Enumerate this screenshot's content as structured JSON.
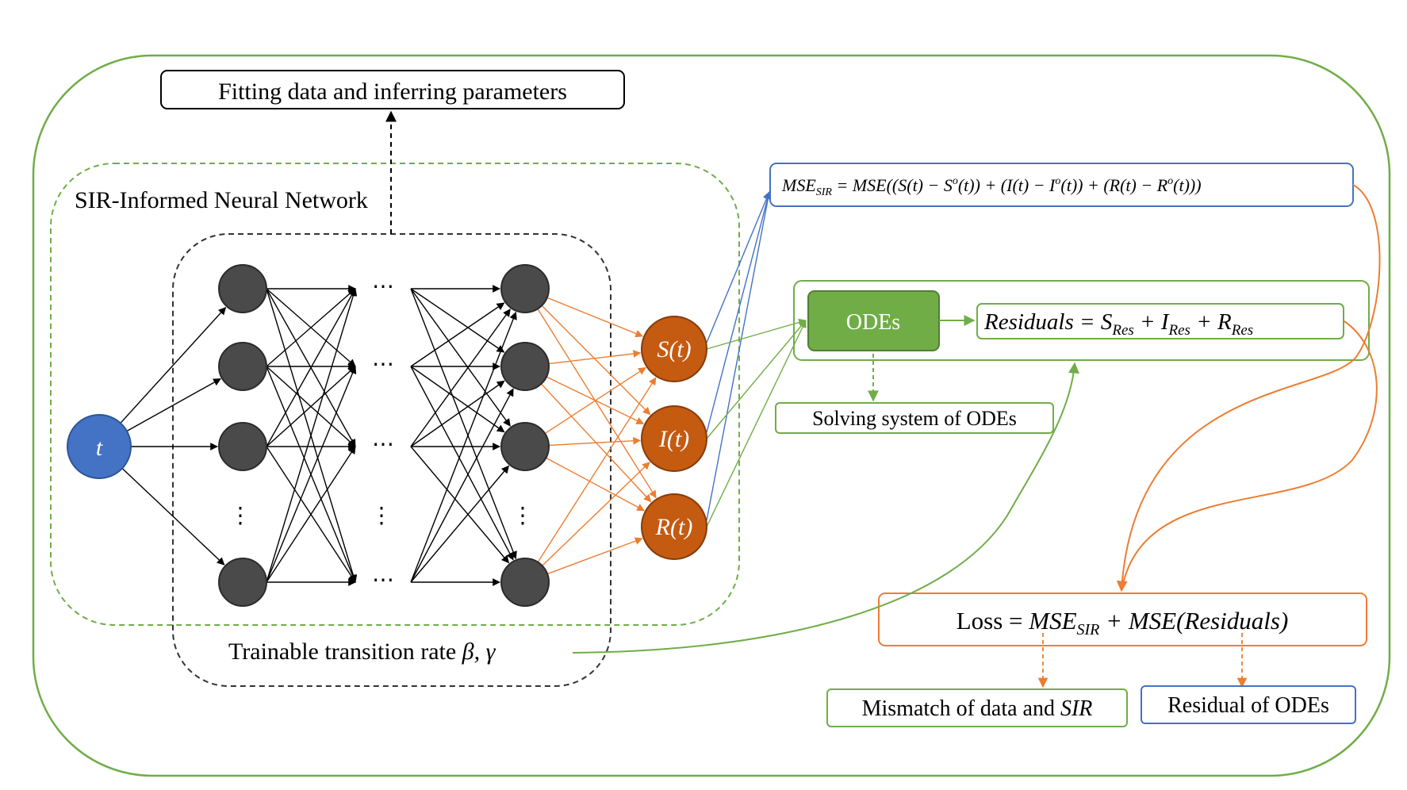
{
  "colors": {
    "green": "#70AD47",
    "blue": "#4472C4",
    "orange": "#ED7D31",
    "node_orange": "#C55A11",
    "node_gray": "#4a4a4a"
  },
  "top_box": "Fitting data and inferring parameters",
  "sir_title": "SIR-Informed Neural Network",
  "trainable_label": "Trainable transition rate",
  "trainable_symbols": "β, γ",
  "input_node": "t",
  "output_nodes": [
    "S(t)",
    "I(t)",
    "R(t)"
  ],
  "hdots": "⋯",
  "vdots": "⋮",
  "mse_sir": {
    "lhs": "MSE",
    "lhs_sub": "SIR",
    "rhs": " = MSE((S(t) − S",
    "s_sup": "o",
    "part2": "(t)) + (I(t) − I",
    "i_sup": "o",
    "part3": "(t)) + (R(t) − R",
    "r_sup": "o",
    "part4": "(t)))"
  },
  "odes_label": "ODEs",
  "residuals": {
    "lhs": "Residuals = S",
    "s_sub": "Res",
    "mid1": " + I",
    "i_sub": "Res",
    "mid2": " + R",
    "r_sub": "Res"
  },
  "solving_label": "Solving system of ODEs",
  "loss": {
    "prefix": "Loss = ",
    "mse": "MSE",
    "mse_sub": "SIR",
    "suffix": " + MSE(Residuals)"
  },
  "mismatch": {
    "text": "Mismatch of data and ",
    "italic": "SIR"
  },
  "residual_odes": "Residual of ODEs"
}
